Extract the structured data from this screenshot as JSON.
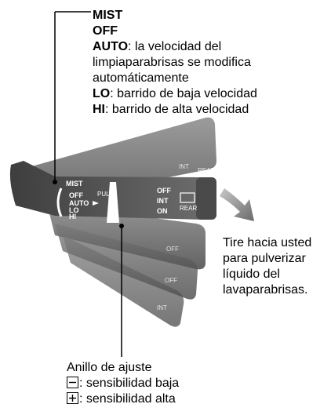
{
  "modes": [
    {
      "key": "MIST",
      "desc": ""
    },
    {
      "key": "OFF",
      "desc": ""
    },
    {
      "key": "AUTO",
      "desc": ": la velocidad del"
    },
    {
      "key": "",
      "desc": "limpiaparabrisas se modifica"
    },
    {
      "key": "",
      "desc": "automáticamente"
    },
    {
      "key": "LO",
      "desc": ": barrido de baja velocidad"
    },
    {
      "key": "HI",
      "desc": ": barrido de alta velocidad"
    }
  ],
  "pull_note": [
    "Tire hacia usted",
    "para pulverizar",
    "líquido del",
    "lavaparabrisas."
  ],
  "ring": {
    "title": "Anillo de ajuste",
    "minus_desc": ": sensibilidad baja",
    "plus_desc": ": sensibilidad alta"
  },
  "lever_labels": {
    "mist": "MIST",
    "off": "OFF",
    "auto": "AUTO",
    "lo": "LO",
    "hi": "HI",
    "pull": "PULL",
    "rear": "REAR",
    "int": "INT",
    "on": "ON"
  },
  "colors": {
    "lever": "#5a5a5a",
    "lever_dark": "#3a3a3a",
    "arrow": "#8a8a8a"
  }
}
